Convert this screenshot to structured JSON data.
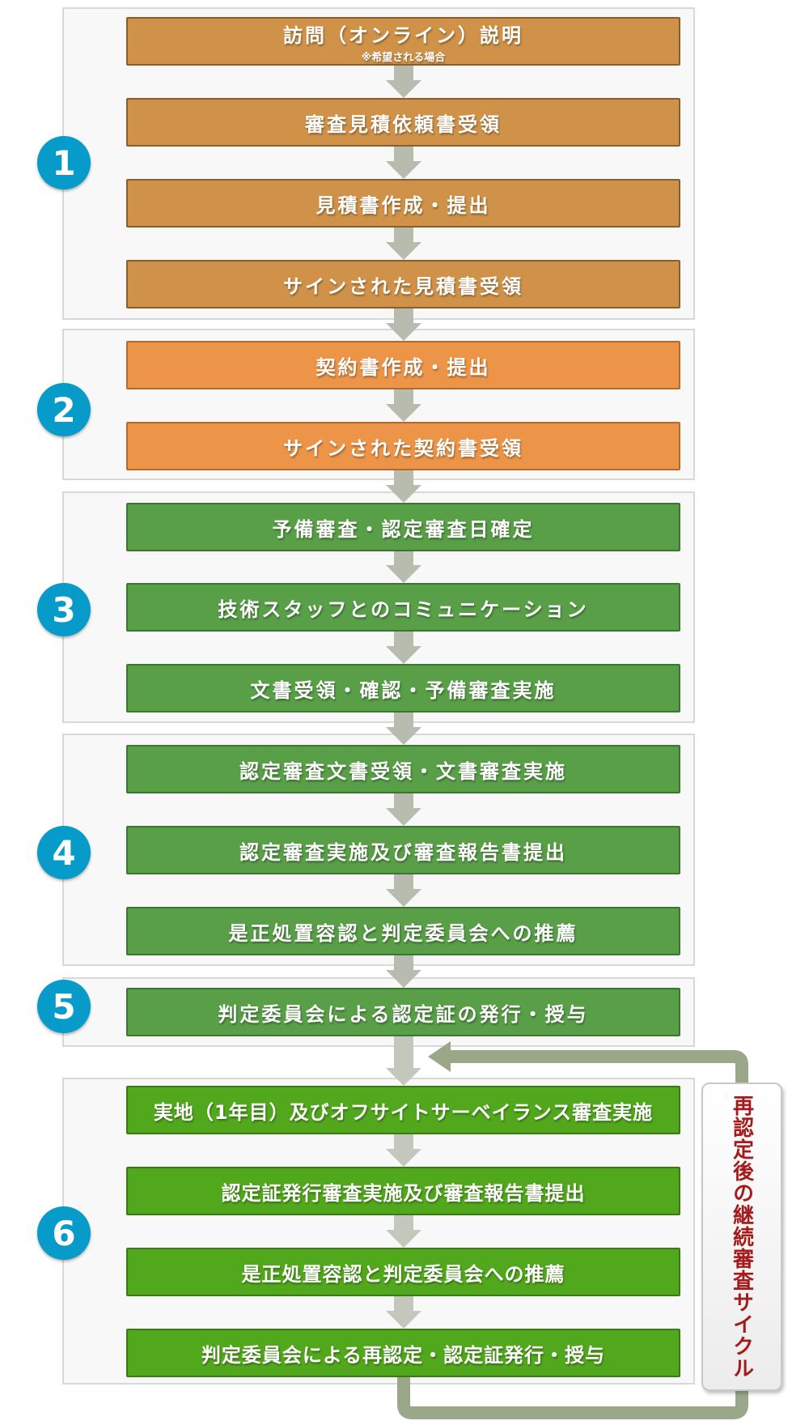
{
  "stages": [
    {
      "number": "1",
      "color": "#d09248",
      "steps": [
        {
          "label": "訪問（オンライン）説明",
          "note": "※希望される場合"
        },
        {
          "label": "審査見積依頼書受領"
        },
        {
          "label": "見積書作成・提出"
        },
        {
          "label": "サインされた見積書受領"
        }
      ]
    },
    {
      "number": "2",
      "color": "#ec9548",
      "steps": [
        {
          "label": "契約書作成・提出"
        },
        {
          "label": "サインされた契約書受領"
        }
      ]
    },
    {
      "number": "3",
      "color": "#589f48",
      "steps": [
        {
          "label": "予備審査・認定審査日確定"
        },
        {
          "label": "技術スタッフとのコミュニケーション"
        },
        {
          "label": "文書受領・確認・予備審査実施"
        }
      ]
    },
    {
      "number": "4",
      "color": "#589f48",
      "steps": [
        {
          "label": "認定審査文書受領・文書審査実施"
        },
        {
          "label": "認定審査実施及び審査報告書提出"
        },
        {
          "label": "是正処置容認と判定委員会への推薦"
        }
      ]
    },
    {
      "number": "5",
      "color": "#589f48",
      "steps": [
        {
          "label": "判定委員会による認定証の発行・授与"
        }
      ]
    },
    {
      "number": "6",
      "color": "#52a81c",
      "steps": [
        {
          "label": "実地（1年目）及びオフサイトサーベイランス審査実施"
        },
        {
          "label": "認定証発行審査実施及び審査報告書提出"
        },
        {
          "label": "是正処置容認と判定委員会への推薦"
        },
        {
          "label": "判定委員会による再認定・認定証発行・授与"
        }
      ]
    }
  ],
  "cycle_label": "再認定後の継続審査サイクル"
}
